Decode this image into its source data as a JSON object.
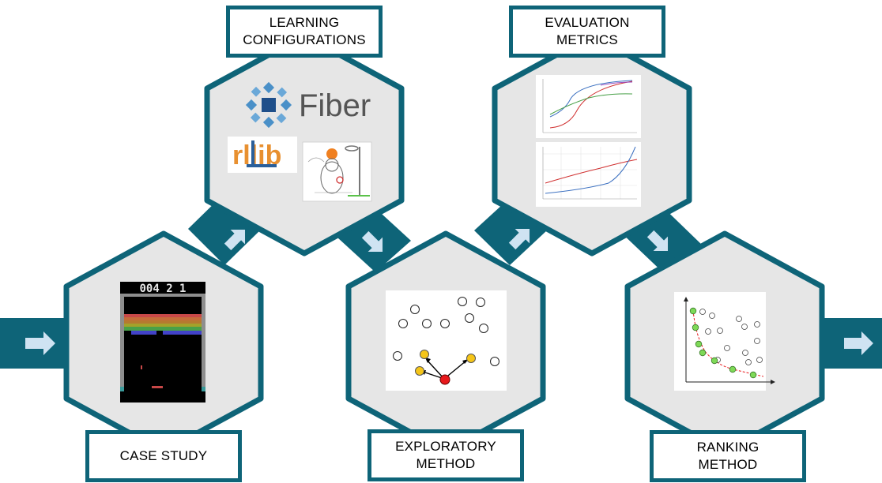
{
  "steps": {
    "case_study": {
      "label": "CASE STUDY"
    },
    "learning_configurations": {
      "label": "LEARNING\nCONFIGURATIONS"
    },
    "exploratory_method": {
      "label": "EXPLORATORY\nMETHOD"
    },
    "evaluation_metrics": {
      "label": "EVALUATION\nMETRICS"
    },
    "ranking_method": {
      "label": "RANKING\nMETHOD"
    }
  },
  "logos": {
    "fiber": "Fiber",
    "rllib": "rllib"
  },
  "breakout": {
    "score": "004  2  1"
  },
  "colors": {
    "teal": "#0e6478",
    "hex_fill": "#e6e6e6",
    "arrow": "#cfe3f2",
    "fiber_blue": "#3a6fa8",
    "pareto_green": "#7ed957",
    "node_yellow": "#f5c518",
    "node_red": "#e8191c"
  },
  "icons": [
    "arrow-right-icon",
    "arrow-up-right-icon",
    "arrow-down-right-icon"
  ]
}
